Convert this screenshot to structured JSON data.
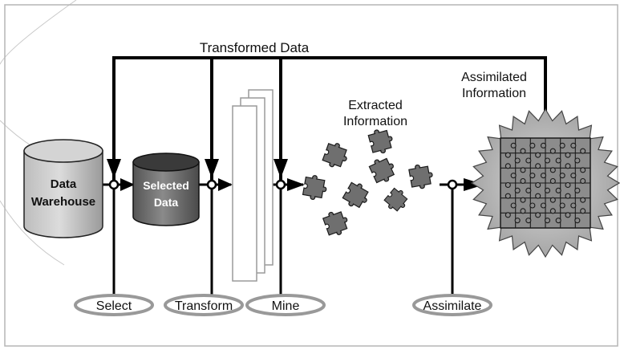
{
  "diagram": {
    "flow_label": "Transformed Data",
    "nodes": {
      "warehouse": {
        "line1": "Data",
        "line2": "Warehouse"
      },
      "selected": {
        "line1": "Selected",
        "line2": "Data"
      },
      "extracted": {
        "line1": "Extracted",
        "line2": "Information"
      },
      "assimilated": {
        "line1": "Assimilated",
        "line2": "Information"
      }
    },
    "steps": [
      "Select",
      "Transform",
      "Mine",
      "Assimilate"
    ]
  }
}
